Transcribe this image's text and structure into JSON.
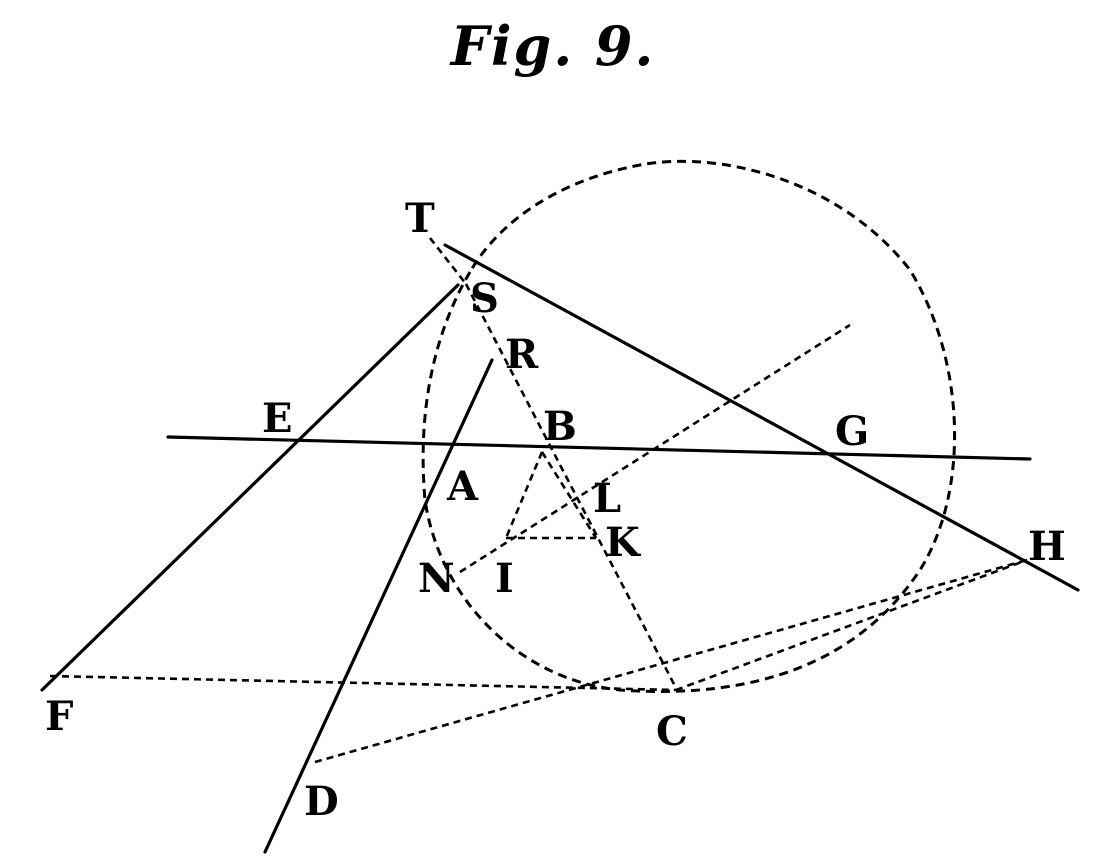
{
  "title": "Fig. 9.",
  "labels": {
    "T": "T",
    "S": "S",
    "R": "R",
    "E": "E",
    "B": "B",
    "G": "G",
    "A": "A",
    "L": "L",
    "K": "K",
    "H": "H",
    "N": "N",
    "I": "I",
    "F": "F",
    "C": "C",
    "D": "D"
  }
}
